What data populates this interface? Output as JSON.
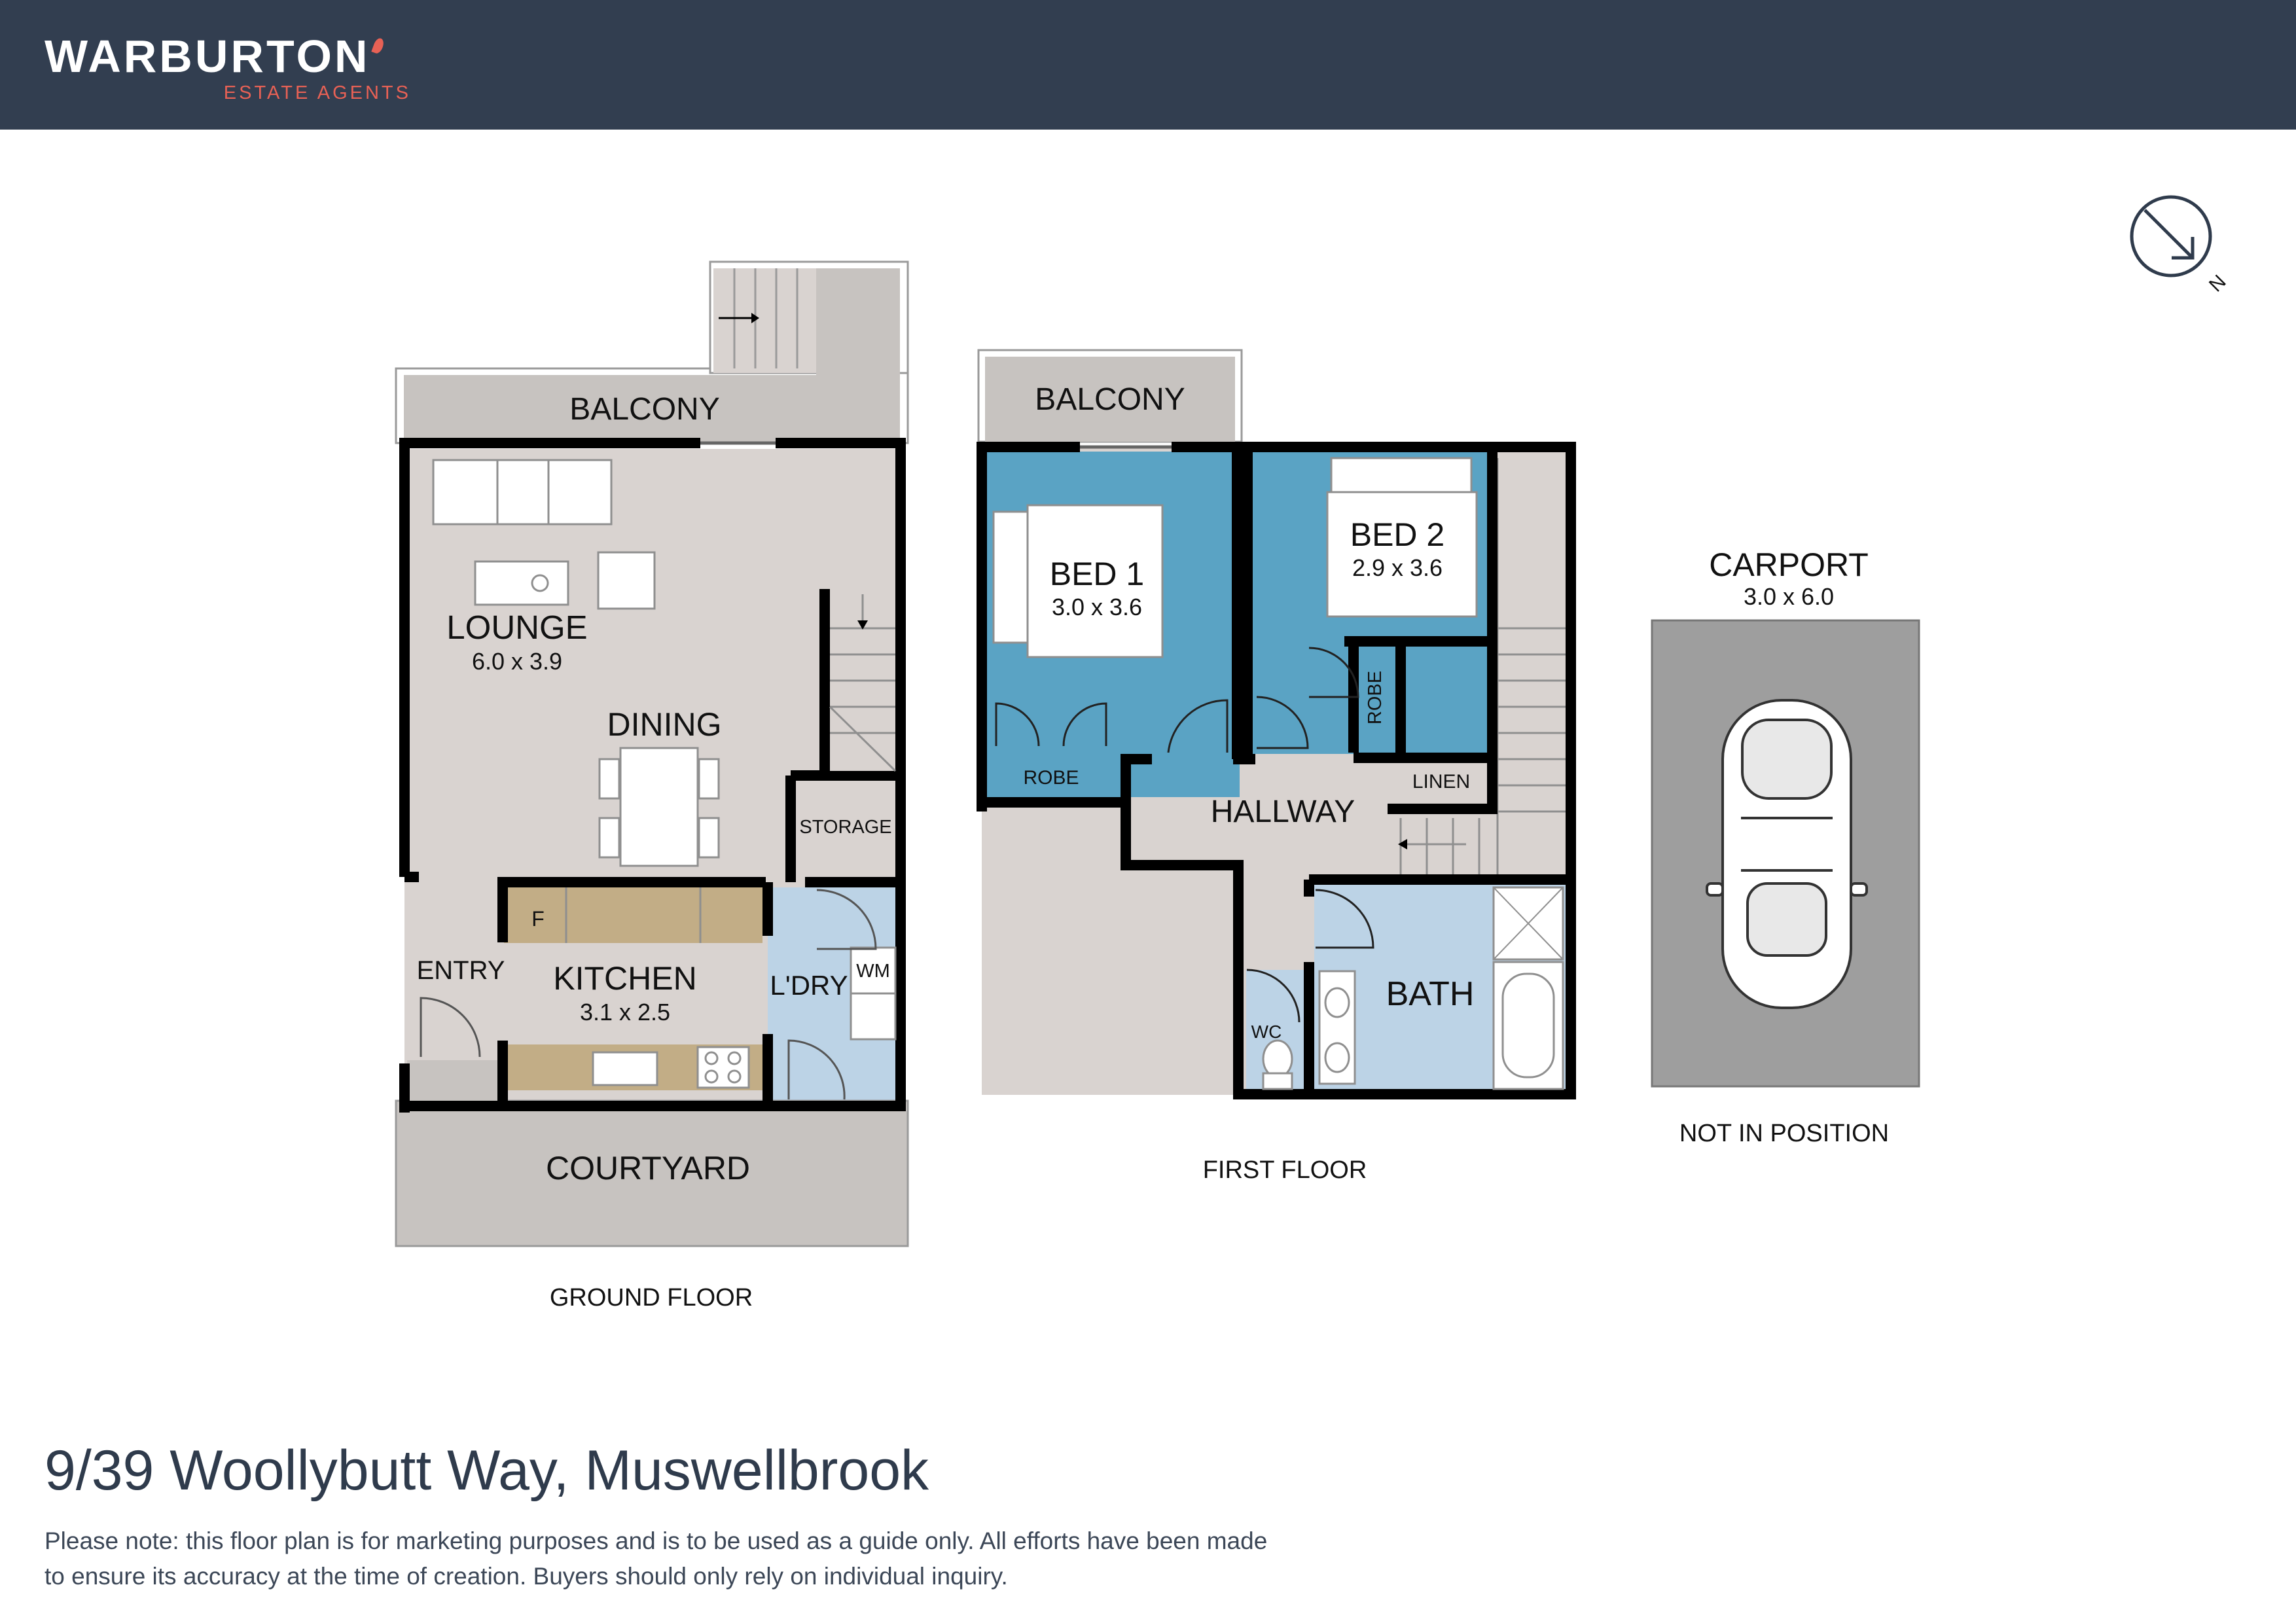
{
  "brand": {
    "name": "WARBURTON",
    "tagline": "ESTATE AGENTS"
  },
  "colors": {
    "header": "#323e50",
    "accent": "#e86155",
    "wall": "#000000",
    "room_grey": "#d9d3d0",
    "outdoor_grey": "#c7c3c0",
    "bedroom_blue": "#5aa3c4",
    "wet_area_blue": "#bcd3e6",
    "carport_grey": "#9e9e9e"
  },
  "compass": {
    "icon": "north-arrow-icon",
    "label": "N"
  },
  "ground_floor": {
    "caption": "GROUND FLOOR",
    "balcony": "BALCONY",
    "lounge": {
      "name": "LOUNGE",
      "size": "6.0 x 3.9"
    },
    "dining": "DINING",
    "storage": "STORAGE",
    "entry": "ENTRY",
    "kitchen": {
      "name": "KITCHEN",
      "size": "3.1 x 2.5",
      "fridge": "F"
    },
    "laundry": {
      "name": "L'DRY",
      "washing_machine": "WM"
    },
    "courtyard": "COURTYARD"
  },
  "first_floor": {
    "caption": "FIRST FLOOR",
    "balcony": "BALCONY",
    "bed1": {
      "name": "BED 1",
      "size": "3.0 x 3.6",
      "robe": "ROBE"
    },
    "bed2": {
      "name": "BED 2",
      "size": "2.9 x 3.6",
      "robe": "ROBE"
    },
    "hallway": "HALLWAY",
    "linen": "LINEN",
    "bath": "BATH",
    "wc": "WC"
  },
  "carport": {
    "name": "CARPORT",
    "size": "3.0 x 6.0",
    "note": "NOT IN POSITION"
  },
  "property": {
    "address": "9/39 Woollybutt Way, Muswellbrook",
    "disclaimer": "Please note: this floor plan is for marketing purposes and is to be used as a guide only. All efforts have been made to ensure its accuracy at the time of creation. Buyers should only rely on individual inquiry."
  }
}
